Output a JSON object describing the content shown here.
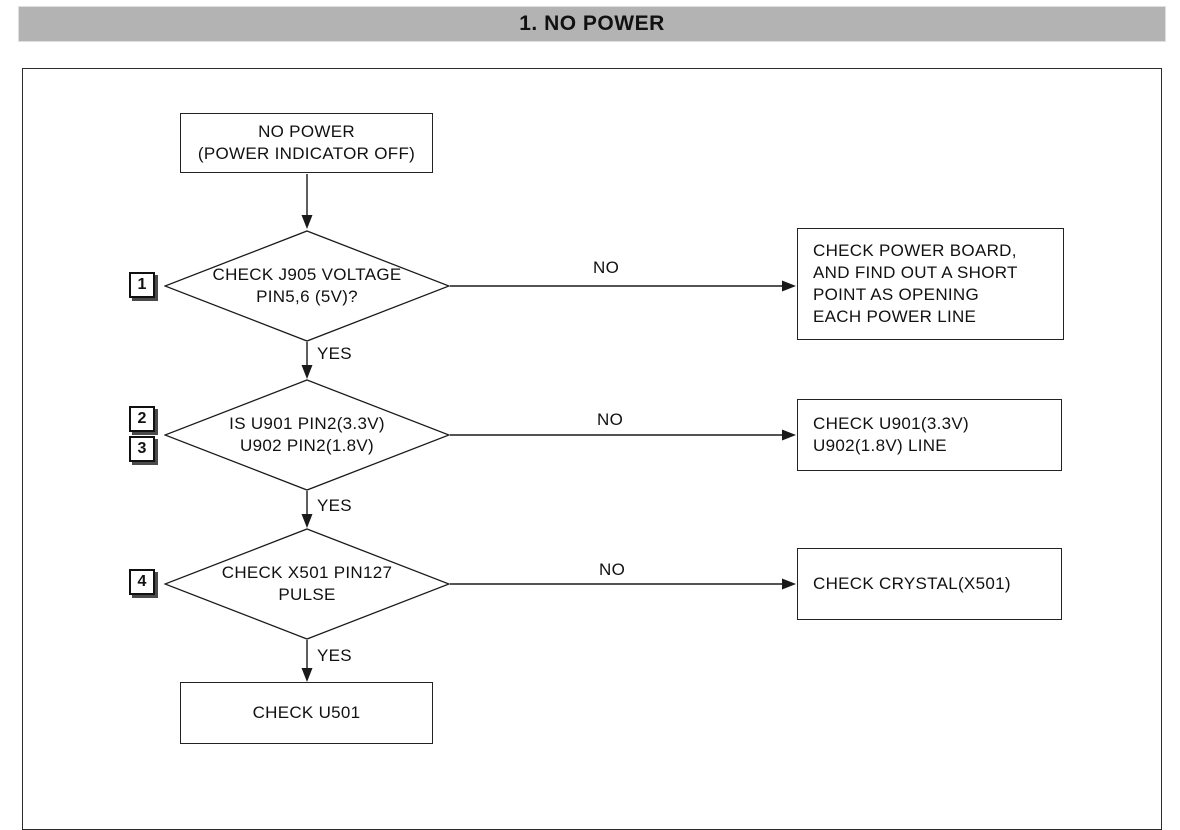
{
  "page": {
    "title": "1. NO POWER"
  },
  "colors": {
    "title_bar_bg": "#b3b3b3",
    "line": "#1a1a1a",
    "badge_shadow": "#4a4a4a",
    "text": "#111111",
    "background": "#ffffff"
  },
  "flowchart": {
    "start": {
      "text": [
        "NO POWER",
        "(POWER INDICATOR OFF)"
      ]
    },
    "steps": [
      {
        "badges": [
          "1"
        ],
        "question": [
          "CHECK J905 VOLTAGE",
          "PIN5,6 (5V)?"
        ],
        "no_label": "NO",
        "yes_label": "YES",
        "no_action": [
          "CHECK POWER BOARD,",
          "AND FIND OUT A SHORT",
          "POINT AS OPENING",
          "EACH POWER LINE"
        ]
      },
      {
        "badges": [
          "2",
          "3"
        ],
        "question": [
          "IS U901 PIN2(3.3V)",
          "U902 PIN2(1.8V)"
        ],
        "no_label": "NO",
        "yes_label": "YES",
        "no_action": [
          "CHECK U901(3.3V)",
          "U902(1.8V) LINE"
        ]
      },
      {
        "badges": [
          "4"
        ],
        "question": [
          "CHECK X501 PIN127",
          "PULSE"
        ],
        "no_label": "NO",
        "yes_label": "YES",
        "no_action": [
          "CHECK CRYSTAL(X501)"
        ]
      }
    ],
    "end": {
      "text": [
        "CHECK U501"
      ]
    }
  }
}
